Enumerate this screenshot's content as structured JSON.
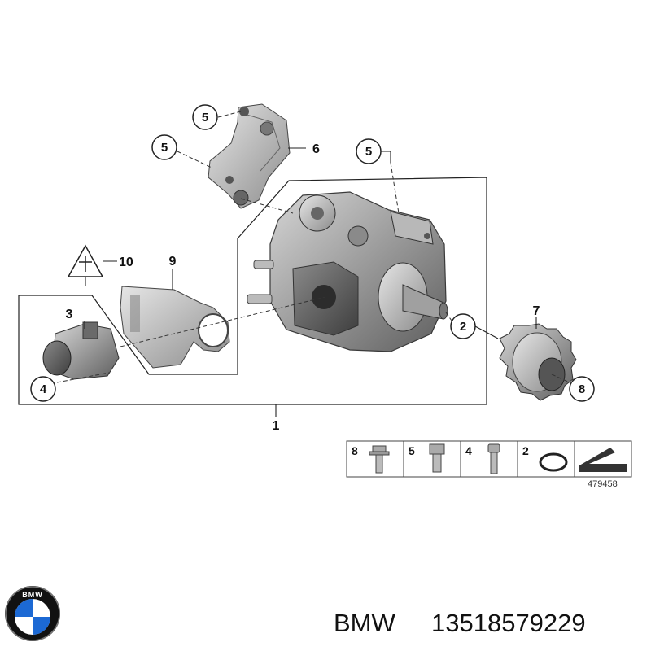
{
  "callouts": {
    "c5_top": "5",
    "c5_left": "5",
    "c5_right": "5",
    "c6": "6",
    "c10": "10",
    "c9": "9",
    "c3": "3",
    "c4": "4",
    "c2": "2",
    "c7": "7",
    "c8": "8",
    "c1": "1"
  },
  "legend": {
    "items": [
      "8",
      "5",
      "4",
      "2"
    ]
  },
  "reference_number": "479458",
  "caption": {
    "brand": "BMW",
    "part_number": "13518579229"
  },
  "logo": {
    "text": "BMW",
    "colors": {
      "blue": "#1c69d4",
      "white": "#ffffff",
      "ring": "#111111"
    }
  }
}
